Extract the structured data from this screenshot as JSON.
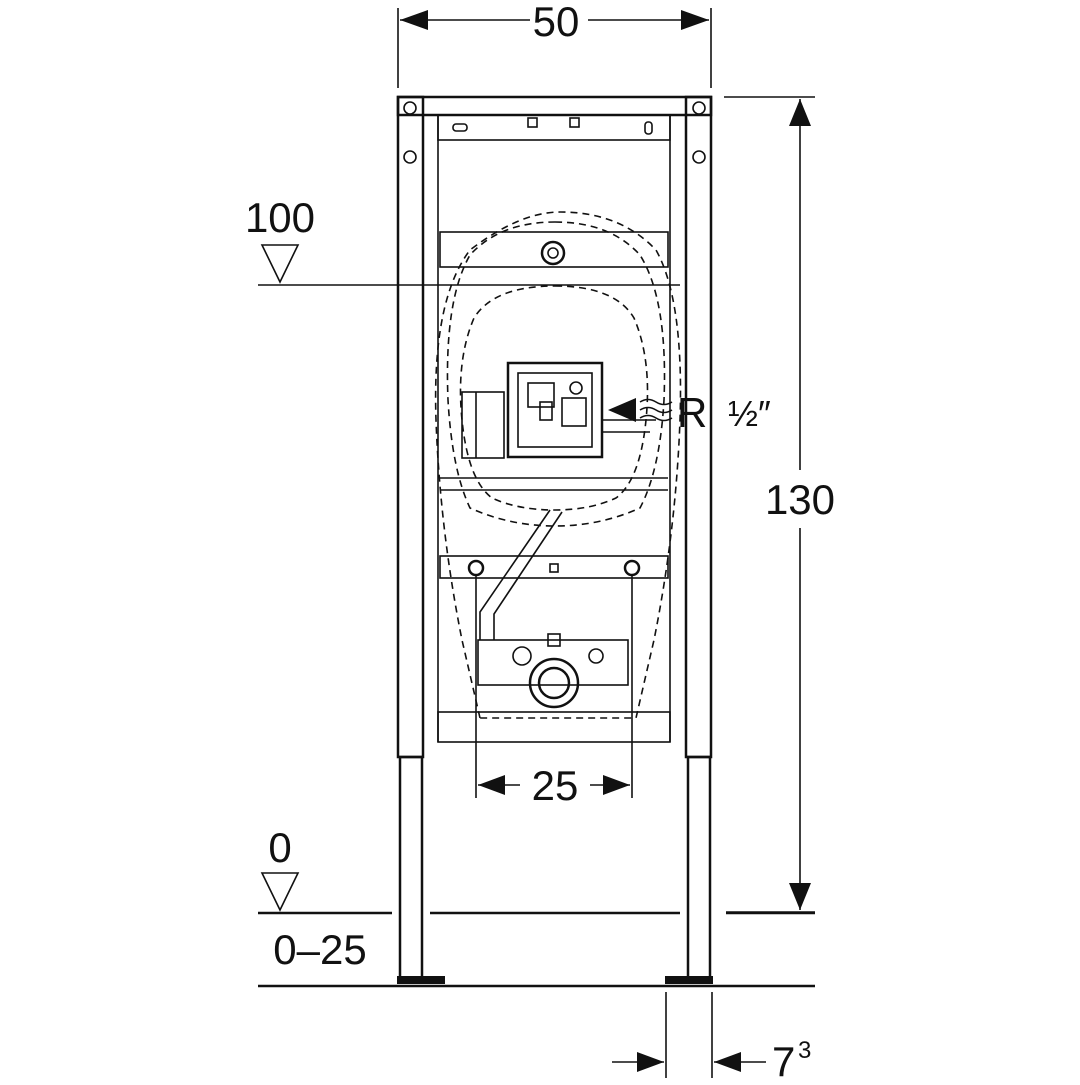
{
  "dimensions": {
    "top_width": "50",
    "height": "130",
    "spacing": "25",
    "marker_upper": "100",
    "marker_floor": "0",
    "adjust_range": "0–25",
    "depth_main": "7",
    "depth_sup": "3"
  },
  "connection": {
    "r_label": "R",
    "r_size": "½″"
  },
  "colors": {
    "line": "#111111",
    "background": "#ffffff"
  },
  "icons": [
    "level-triangle-icon",
    "arrow-icon",
    "water-wave-icon"
  ]
}
